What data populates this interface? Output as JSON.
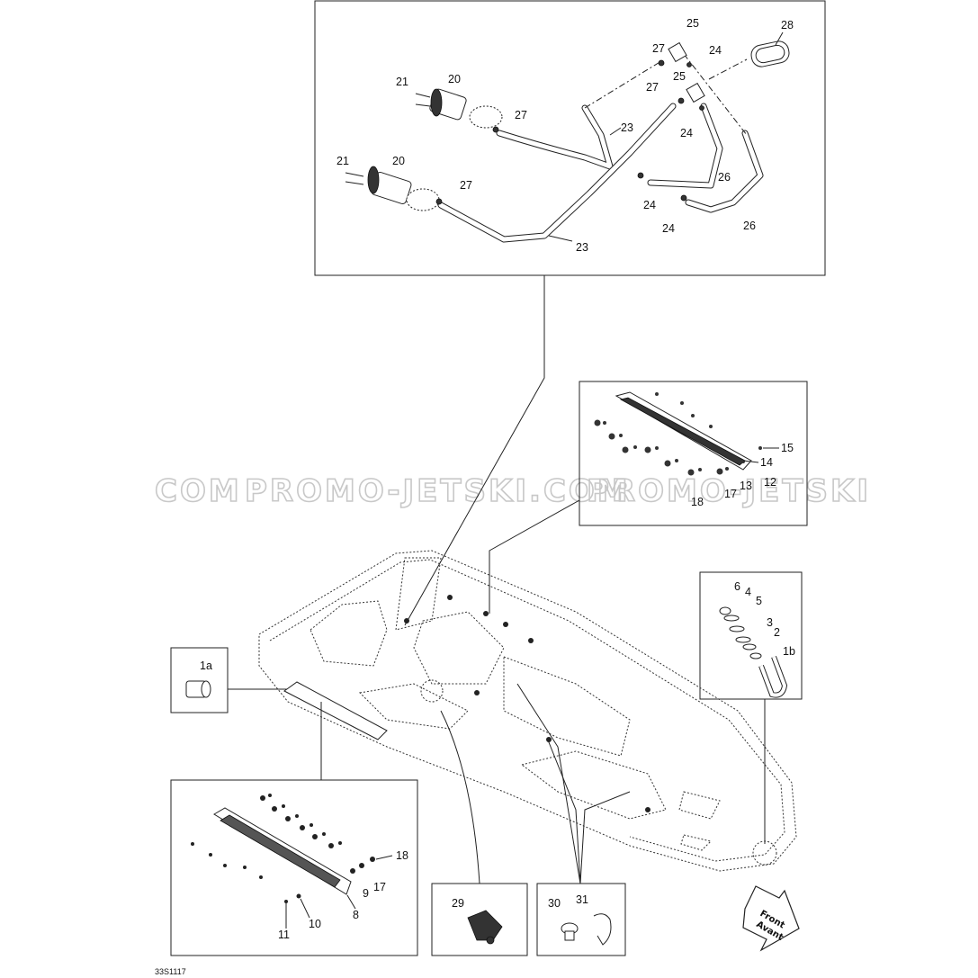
{
  "watermark": {
    "text_left": "COM",
    "text_mid": "PROMO-JETSKI.COM",
    "text_right": "PROMO-JETSKI"
  },
  "diagram_code": "33S1117",
  "front_arrow": {
    "line1": "Front",
    "line2": "Avant"
  },
  "labels": {
    "p20a": "20",
    "p21a": "21",
    "p27a": "27",
    "p20b": "20",
    "p21b": "21",
    "p27b": "27",
    "p23a": "23",
    "p23b": "23",
    "p25a": "25",
    "p27c": "27",
    "p24a": "24",
    "p25b": "25",
    "p27d": "27",
    "p24b": "24",
    "p24c": "24",
    "p24d": "24",
    "p26a": "26",
    "p26b": "26",
    "p28": "28",
    "p15": "15",
    "p14": "14",
    "p12": "12",
    "p13": "13",
    "p17a": "17",
    "p18a": "18",
    "p6": "6",
    "p4": "4",
    "p5": "5",
    "p3": "3",
    "p2": "2",
    "p1b": "1b",
    "p1a": "1a",
    "p18b": "18",
    "p17b": "17",
    "p9": "9",
    "p8": "8",
    "p10": "10",
    "p11": "11",
    "p29": "29",
    "p30": "30",
    "p31": "31"
  }
}
